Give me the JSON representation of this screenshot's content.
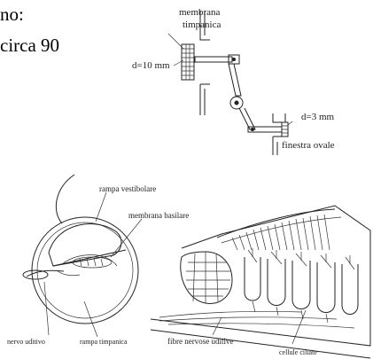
{
  "text": {
    "line1": "no:",
    "line2": "circa 90"
  },
  "top_diagram": {
    "membrana_line1": "membrana",
    "membrana_line2": "timpanica",
    "d_left": "d=10 mm",
    "d_right": "d=3 mm",
    "finestra": "finestra ovale"
  },
  "bottom_diagram": {
    "rampa_vestibolare": "rampa vestibolare",
    "membrana_basilare": "membrana basilare",
    "nervo_uditivo": "nervo uditivo",
    "rampa_timpanica": "rampa timpanica",
    "fibre": "fibre nervose uditive",
    "cellule": "cellule ciliate"
  }
}
